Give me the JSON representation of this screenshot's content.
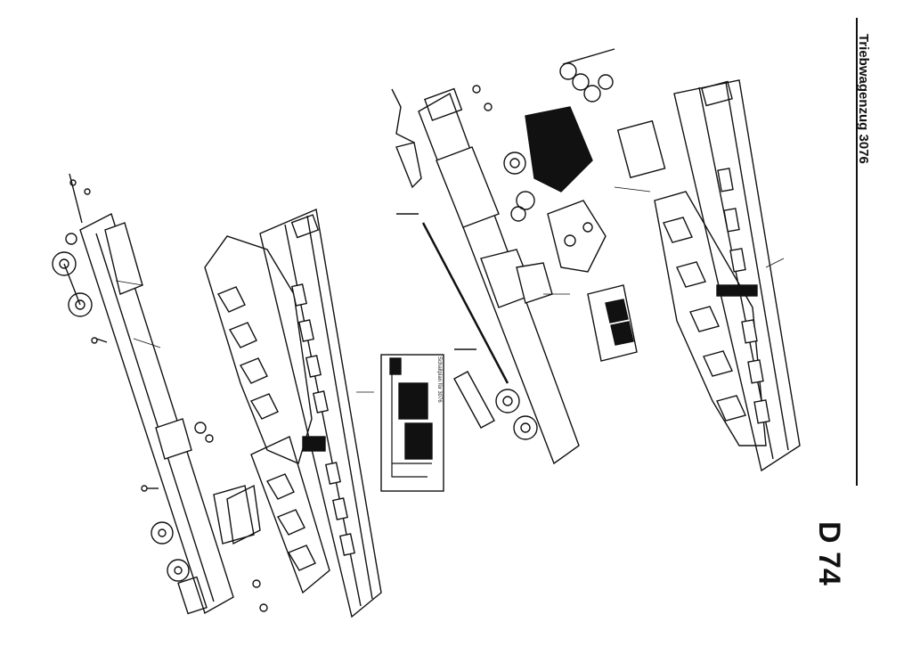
{
  "document": {
    "title": "Triebwagenzug 3076",
    "page_code": "D 74",
    "inset_caption": "Schaltplan für 3076"
  }
}
